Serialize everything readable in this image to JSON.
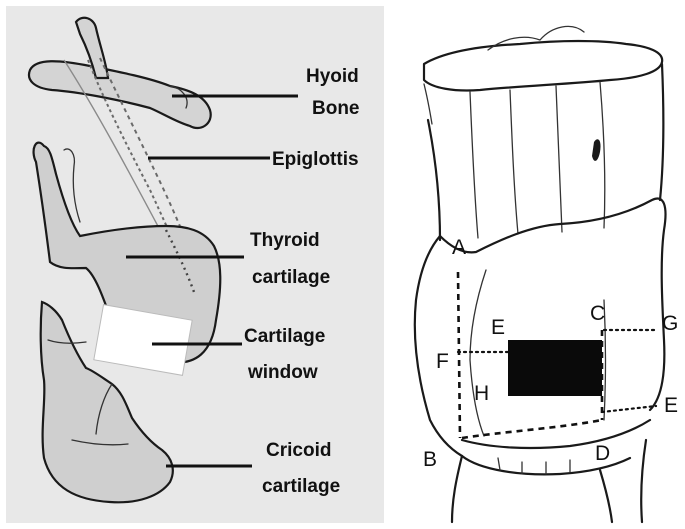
{
  "left_panel": {
    "labels": {
      "hyoid_line1": "Hyoid",
      "hyoid_line2": "Bone",
      "epiglottis": "Epiglottis",
      "thyroid_line1": "Thyroid",
      "thyroid_line2": "cartilage",
      "window_line1": "Cartilage",
      "window_line2": "window",
      "cricoid_line1": "Cricoid",
      "cricoid_line2": "cartilage"
    }
  },
  "right_panel": {
    "points": {
      "A": "A",
      "B": "B",
      "C": "C",
      "D": "D",
      "E_left": "E",
      "E_right": "E",
      "F": "F",
      "G": "G",
      "H": "H"
    }
  }
}
